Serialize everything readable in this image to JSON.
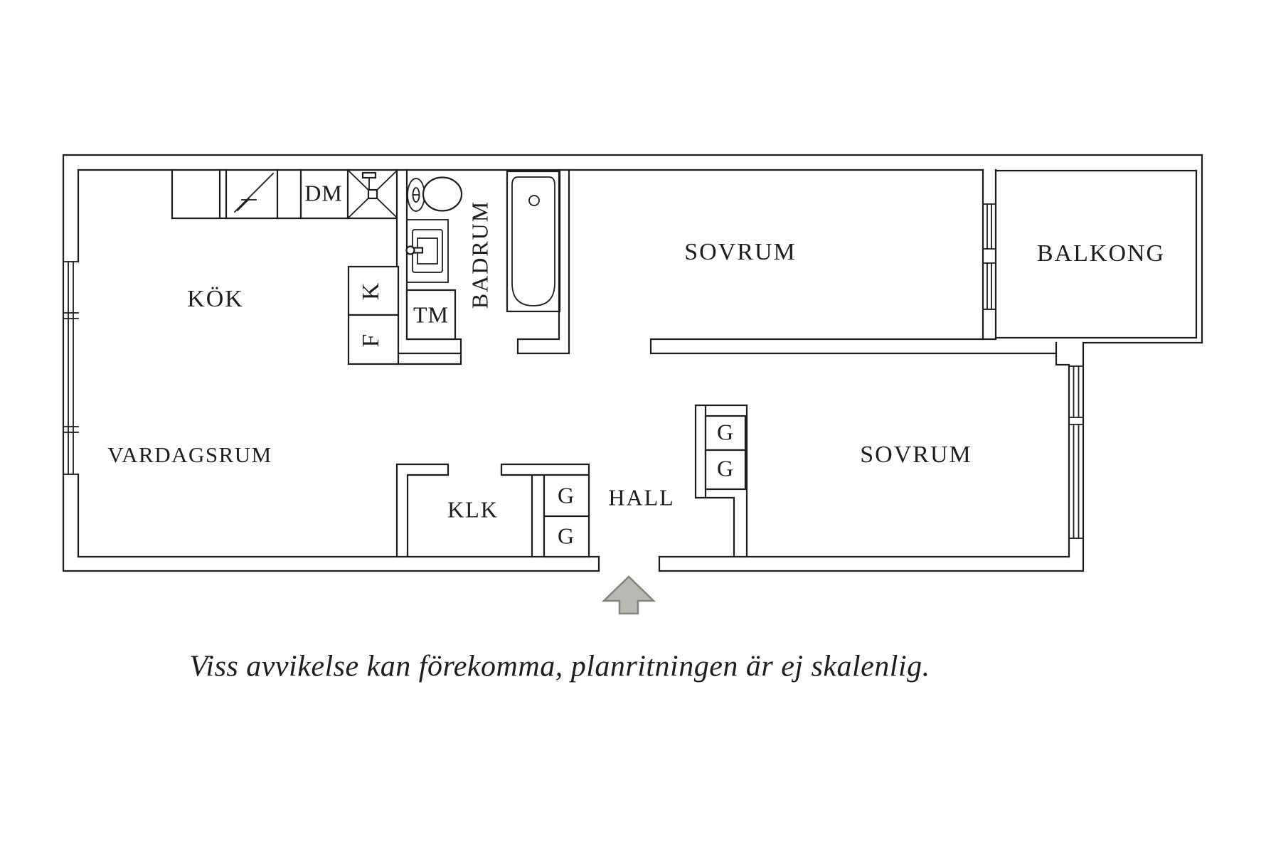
{
  "floorplan": {
    "labels": {
      "kok": "KÖK",
      "vardagsrum": "VARDAGSRUM",
      "badrum": "BADRUM",
      "sovrum_1": "SOVRUM",
      "sovrum_2": "SOVRUM",
      "balkong": "BALKONG",
      "hall": "HALL",
      "klk": "KLK",
      "dishwasher": "DM",
      "washing_machine": "TM",
      "fridge": "K",
      "freezer": "F",
      "wardrobe_1": "G",
      "wardrobe_2": "G",
      "wardrobe_3": "G",
      "wardrobe_4": "G"
    },
    "caption": "Viss avvikelse kan förekomma, planritningen är ej skalenlig.",
    "colors": {
      "line": "#1d1d1b",
      "text": "#1d1d1b",
      "background": "#ffffff",
      "arrow_fill": "#b9b8b2",
      "arrow_stroke": "#83827c"
    }
  }
}
